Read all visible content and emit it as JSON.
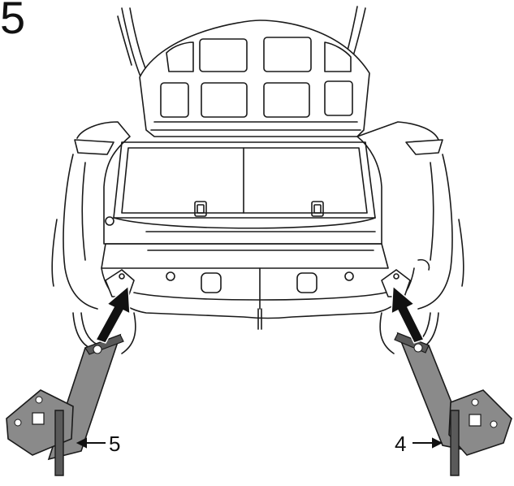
{
  "step": {
    "number": "5"
  },
  "callouts": [
    {
      "id": "left-bracket",
      "label": "5"
    },
    {
      "id": "right-bracket",
      "label": "4"
    }
  ],
  "colors": {
    "line": "#1a1a1a",
    "bracket_fill": "#8a8a8a",
    "bracket_dark": "#5a5a5a",
    "arrow": "#111111",
    "background": "#ffffff"
  }
}
